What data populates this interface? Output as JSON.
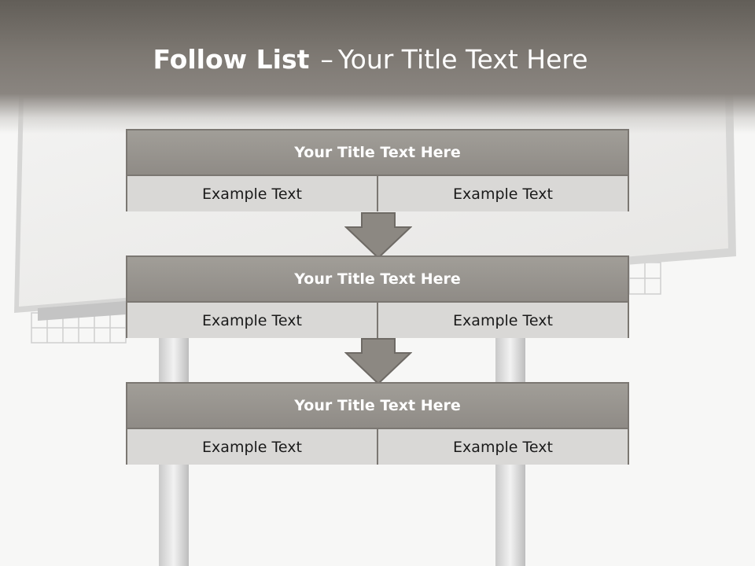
{
  "header": {
    "title_bold": "Follow List",
    "title_separator": "–",
    "title_rest": "Your Title Text Here"
  },
  "boxes": [
    {
      "title": "Your Title Text Here",
      "left": "Example Text",
      "right": "Example Text"
    },
    {
      "title": "Your Title Text Here",
      "left": "Example Text",
      "right": "Example Text"
    },
    {
      "title": "Your Title Text Here",
      "left": "Example Text",
      "right": "Example Text"
    }
  ],
  "colors": {
    "header": "#6f6b66",
    "box_title": "#979389",
    "box_cell": "#d9d8d6",
    "border": "#7b7772",
    "arrow": "#8c8882"
  }
}
